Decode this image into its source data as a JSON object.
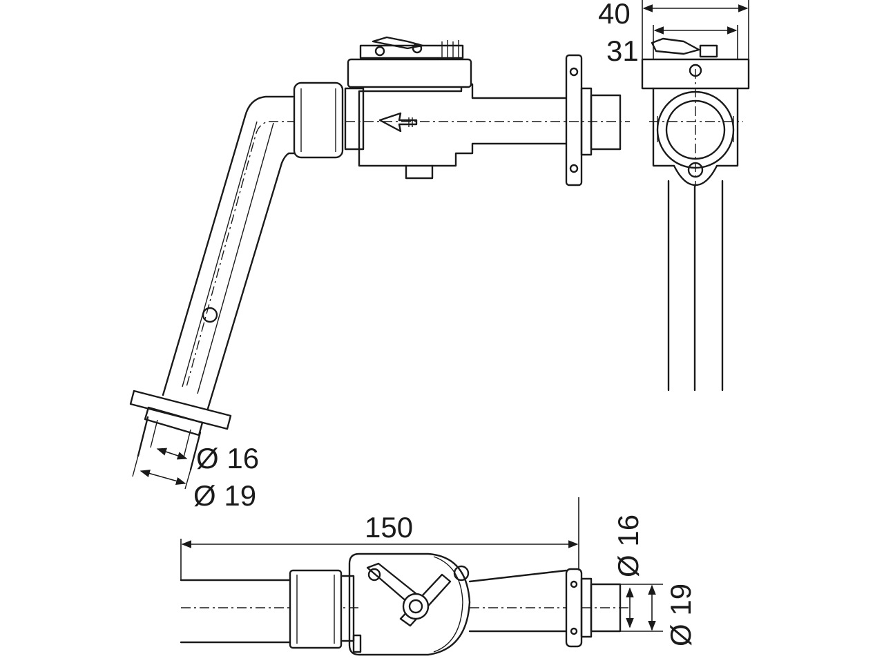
{
  "drawing": {
    "dimensions": {
      "width_outer": "40",
      "width_inner": "31",
      "pipe_inner_diameter": "Ø 16",
      "pipe_outer_diameter": "Ø 19",
      "length": "150",
      "bottom_inner_diameter": "Ø 16",
      "bottom_outer_diameter": "Ø 19"
    }
  }
}
